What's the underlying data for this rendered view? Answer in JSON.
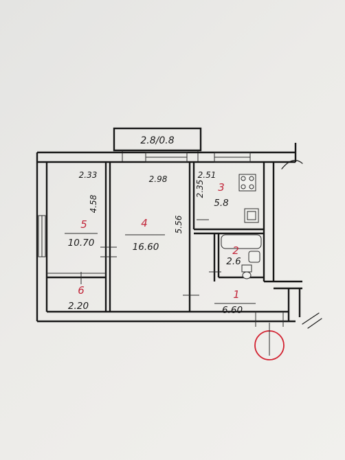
{
  "balcony": {
    "label": "2.8/0.8"
  },
  "dimensions": {
    "room5_width": "2.33",
    "room4_width": "2.98",
    "room3_width": "2.35",
    "room3_width2": "2.51",
    "room5_length": "4.58",
    "room4_length": "5.56"
  },
  "rooms": [
    {
      "number": "1",
      "area": "6.60"
    },
    {
      "number": "2",
      "area": "2.6"
    },
    {
      "number": "3",
      "area": "5.8"
    },
    {
      "number": "4",
      "area": "16.60"
    },
    {
      "number": "5",
      "area": "10.70"
    },
    {
      "number": "6",
      "area": "2.20"
    }
  ],
  "colors": {
    "ink": "#1c1c1c",
    "room_number": "#c2263a",
    "entrance_mark": "#d2202f",
    "paper": "#ecebe8"
  },
  "icons": [
    "stove-icon",
    "sink-icon",
    "bathtub-icon",
    "washbasin-icon",
    "toilet-icon",
    "entrance-circle-icon"
  ]
}
